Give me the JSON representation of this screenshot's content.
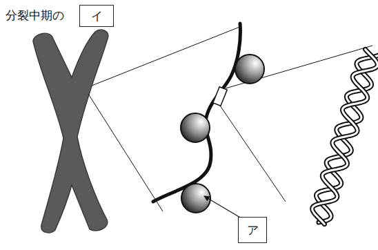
{
  "diagram": {
    "nodes": [
      {
        "text": [
          "イ"
        ]
      },
      {
        "text": [
          "ア"
        ]
      }
    ],
    "labels": [
      "分裂中期の"
    ]
  }
}
